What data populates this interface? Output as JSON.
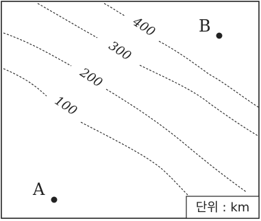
{
  "contours": [
    {
      "label": "100"
    },
    {
      "label": "200"
    },
    {
      "label": "300"
    },
    {
      "label": "400"
    }
  ],
  "points": [
    {
      "label": "A"
    },
    {
      "label": "B"
    }
  ],
  "unit_label": "단위 : km"
}
